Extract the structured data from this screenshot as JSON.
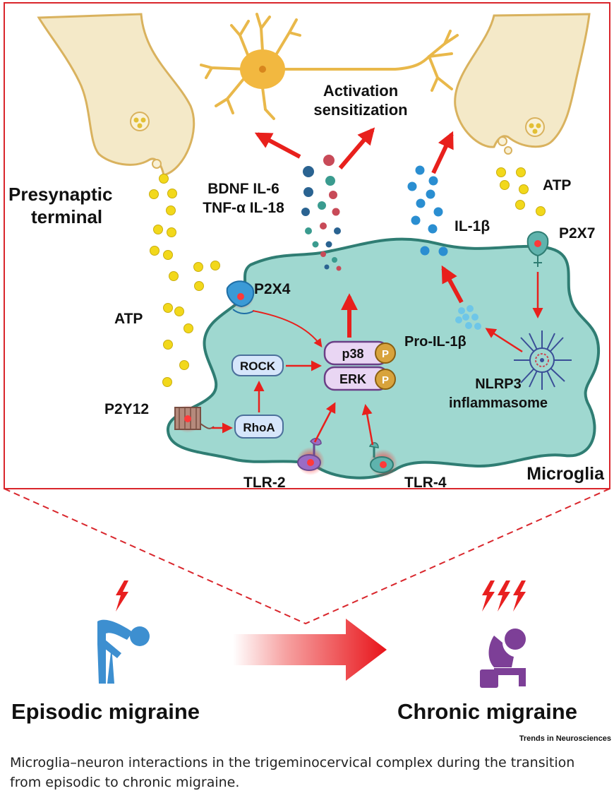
{
  "labels": {
    "presynaptic_1": "Presynaptic",
    "presynaptic_2": "terminal",
    "activation_1": "Activation",
    "activation_2": "sensitization",
    "cytokines_1": "BDNF IL-6",
    "cytokines_2": "TNF-α IL-18",
    "atp_right": "ATP",
    "atp_left": "ATP",
    "il1b": "IL-1β",
    "p2x7": "P2X7",
    "p2x4": "P2X4",
    "p38": "p38",
    "erk": "ERK",
    "phospho": "P",
    "rock": "ROCK",
    "rhoa": "RhoA",
    "p2y12": "P2Y12",
    "pro_il1b": "Pro-IL-1β",
    "nlrp3_1": "NLRP3",
    "nlrp3_2": "inflammasome",
    "tlr2": "TLR-2",
    "tlr4": "TLR-4",
    "microglia": "Microglia",
    "episodic": "Episodic migraine",
    "chronic": "Chronic migraine",
    "journal": "Trends in Neurosciences"
  },
  "caption": "Microglia–neuron interactions in the trigeminocervical complex during the transition from episodic to chronic migraine.",
  "colors": {
    "frame": "#d9262c",
    "arrow": "#e8201c",
    "neuron": "#f4e9c8",
    "neuron_outline": "#d9b25e",
    "atp": "#f2d81b",
    "microglia": "#9fd8d0",
    "microglia_outline": "#2f7d73",
    "box_fill": "#d6e6fb",
    "kinase_fill": "#e9d6f3",
    "phospho": "#d8a33c",
    "episodic_person": "#3d8fd0",
    "chronic_person": "#7d3f97",
    "bolt": "#e82020"
  }
}
